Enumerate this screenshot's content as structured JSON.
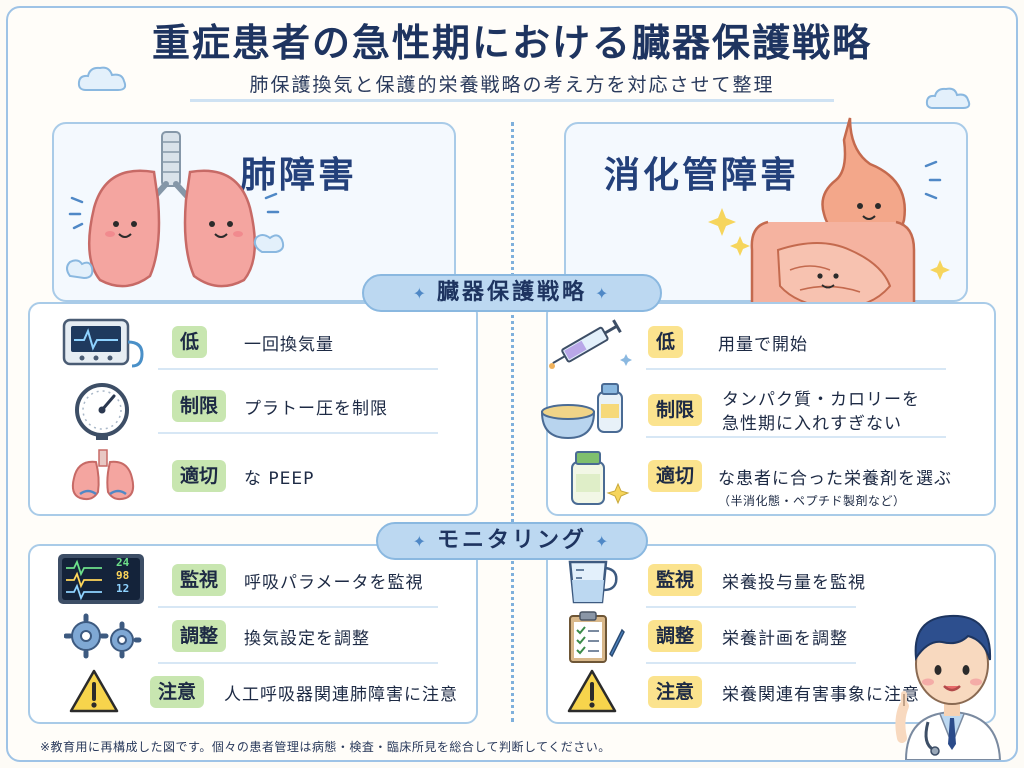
{
  "header": {
    "title": "重症患者の急性期における臓器保護戦略",
    "subtitle": "肺保護換気と保護的栄養戦略の考え方を対応させて整理"
  },
  "left": {
    "section_title": "肺障害",
    "strategy_rows": [
      {
        "tag": "低",
        "text": "一回換気量",
        "icon": "ventilator-monitor-icon"
      },
      {
        "tag": "制限",
        "text": "プラトー圧を制限",
        "icon": "pressure-gauge-icon"
      },
      {
        "tag": "適切",
        "text": "な PEEP",
        "icon": "lungs-peep-icon"
      }
    ],
    "monitoring_rows": [
      {
        "tag": "監視",
        "text": "呼吸パラメータを監視",
        "icon": "vital-monitor-icon"
      },
      {
        "tag": "調整",
        "text": "換気設定を調整",
        "icon": "gears-icon"
      },
      {
        "tag": "注意",
        "text": "人工呼吸器関連肺障害に注意",
        "icon": "warning-icon"
      }
    ],
    "monitor_values": [
      "24",
      "98",
      "12"
    ]
  },
  "right": {
    "section_title": "消化管障害",
    "strategy_rows": [
      {
        "tag": "低",
        "text": "用量で開始",
        "icon": "syringe-icon"
      },
      {
        "tag": "制限",
        "text_line1": "タンパク質・カロリーを",
        "text_line2": "急性期に入れすぎない",
        "icon": "food-bowl-icon"
      },
      {
        "tag": "適切",
        "text": "な患者に合った栄養剤を選ぶ",
        "note": "（半消化態・ペプチド製剤など）",
        "icon": "nutrition-bottle-icon"
      }
    ],
    "monitoring_rows": [
      {
        "tag": "監視",
        "text": "栄養投与量を監視",
        "icon": "measuring-cup-icon"
      },
      {
        "tag": "調整",
        "text": "栄養計画を調整",
        "icon": "clipboard-icon"
      },
      {
        "tag": "注意",
        "text": "栄養関連有害事象に注意",
        "icon": "warning-icon"
      }
    ]
  },
  "ribbons": {
    "strategy": "臓器保護戦略",
    "monitoring": "モニタリング"
  },
  "footer": "※教育用に再構成した図です。個々の患者管理は病態・検査・臨床所見を総合して判断してください。",
  "colors": {
    "tag_green": "#c8e6b0",
    "tag_yellow": "#fbe38e",
    "accent_blue": "#a9cbe8",
    "title_navy": "#1e3460"
  }
}
